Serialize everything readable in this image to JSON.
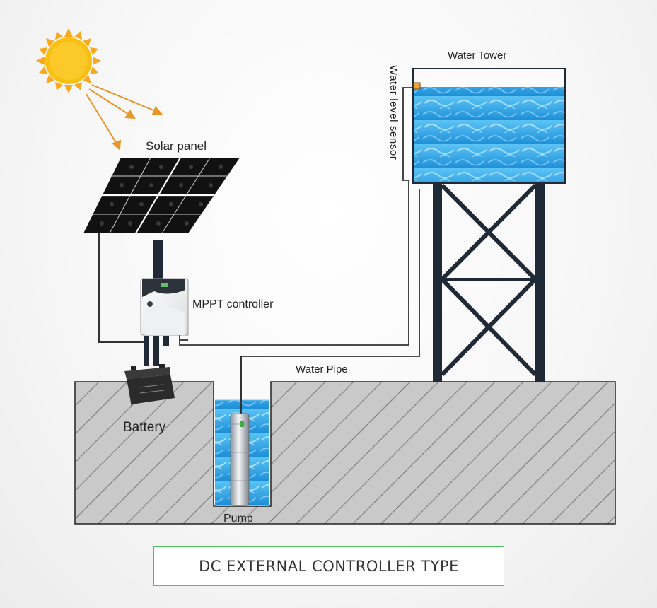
{
  "labels": {
    "solar_panel": "Solar panel",
    "mppt_controller": "MPPT controller",
    "water_tower": "Water Tower",
    "water_level_sensor": "Water level sensor",
    "water_pipe": "Water Pipe",
    "battery": "Battery",
    "pump": "Pump"
  },
  "caption": "DC EXTERNAL CONTROLLER TYPE",
  "colors": {
    "sun": "#f5b80f",
    "sun_rays": "#e8952a",
    "ground": "#c9c9c9",
    "water": "#3aa9ea",
    "caption_border": "#4fbf5f",
    "tower_steel": "#1f2a36"
  },
  "icons": [
    "sun-icon",
    "solar-panel-icon",
    "controller-icon",
    "battery-icon",
    "pump-icon",
    "water-tower-icon"
  ]
}
